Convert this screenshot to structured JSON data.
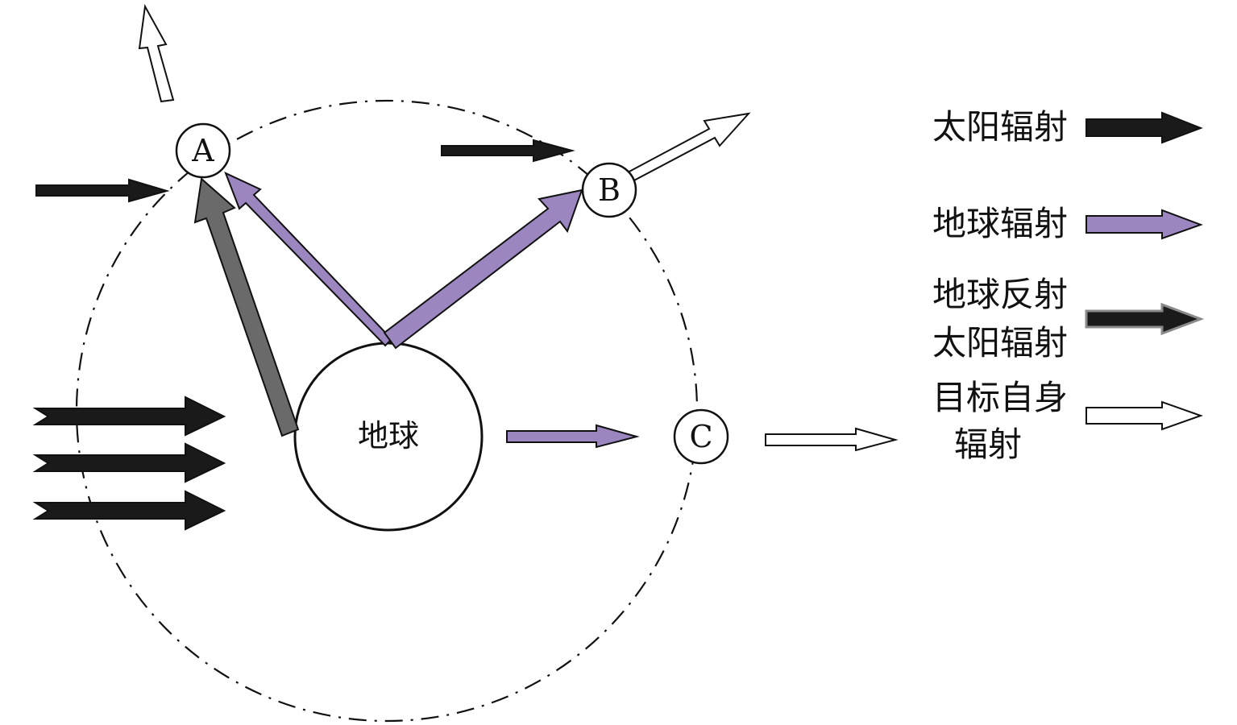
{
  "earth": {
    "label": "地球"
  },
  "points": {
    "a": "A",
    "b": "B",
    "c": "C"
  },
  "legend": {
    "solar": {
      "line1": "太阳辐射"
    },
    "earth_emission": {
      "line1": "地球辐射"
    },
    "earth_reflection": {
      "line1": "地球反射",
      "line2": "太阳辐射"
    },
    "target_emission": {
      "line1": "目标自身",
      "line2": "辐射"
    }
  },
  "colors": {
    "solar": "#1a1a1a",
    "earth_emission": "#9b86c0",
    "earth_reflection": "#6a6a6a",
    "target_emission": "#ffffff",
    "outline": "#111111"
  }
}
